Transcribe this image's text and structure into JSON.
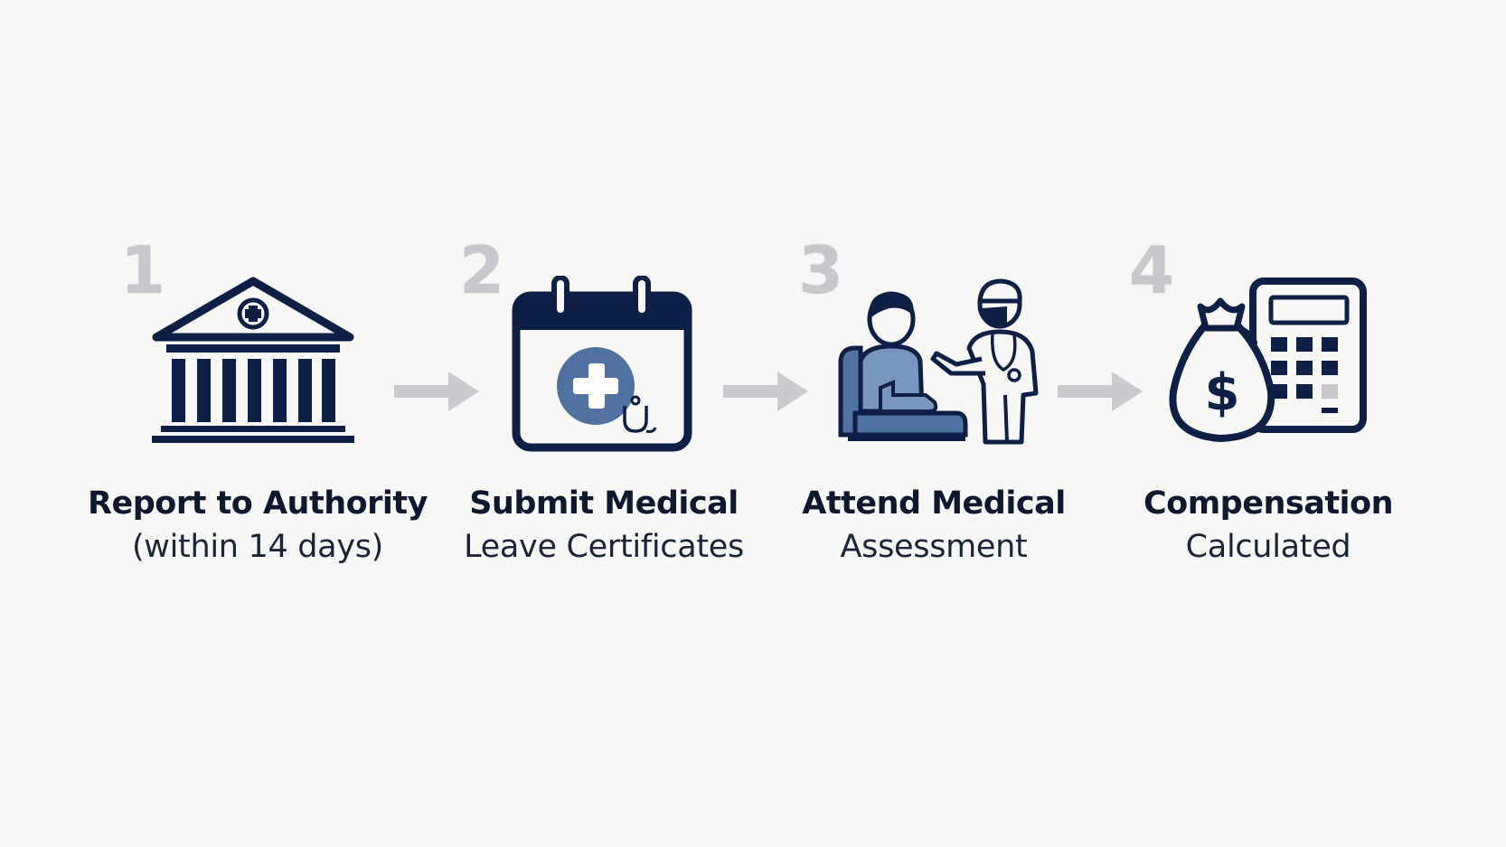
{
  "colors": {
    "navy": "#0f1f45",
    "blue": "#4f72a0",
    "light_blue": "#7a95bb",
    "grey_number": "#c6c8cc",
    "arrow_grey": "#c9cbce",
    "background": "#f7f7f5"
  },
  "steps": [
    {
      "number": "1",
      "title": "Report to Authority",
      "subtitle": "(within 14 days)",
      "icon": "government-building-icon"
    },
    {
      "number": "2",
      "title": "Submit Medical",
      "subtitle": "Leave Certificates",
      "icon": "calendar-medical-icon"
    },
    {
      "number": "3",
      "title": "Attend Medical",
      "subtitle": "Assessment",
      "icon": "doctor-patient-icon"
    },
    {
      "number": "4",
      "title": "Compensation",
      "subtitle": "Calculated",
      "icon": "money-calculator-icon"
    }
  ],
  "arrows": [
    {
      "icon": "arrow-right-icon"
    },
    {
      "icon": "arrow-right-icon"
    },
    {
      "icon": "arrow-right-icon"
    }
  ]
}
